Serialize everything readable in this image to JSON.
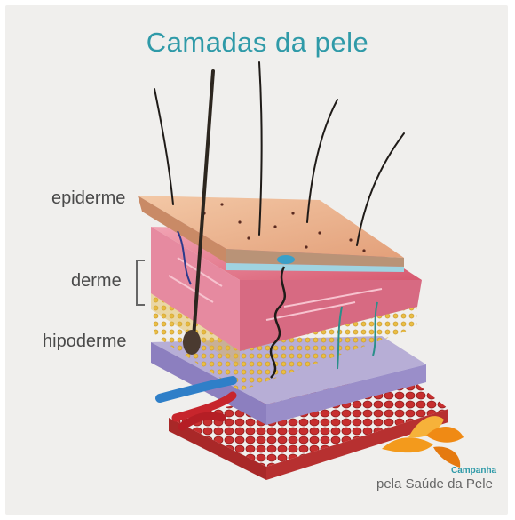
{
  "title": "Camadas da pele",
  "labels": {
    "epiderme": "epiderme",
    "derme": "derme",
    "hipoderme": "hipoderme"
  },
  "logo": {
    "line1": "Campanha",
    "line2": "pela Saúde da Pele"
  },
  "colors": {
    "title": "#2f9aa8",
    "logo_orange": "#f39a1c",
    "logo_teal": "#2f9aa8"
  }
}
